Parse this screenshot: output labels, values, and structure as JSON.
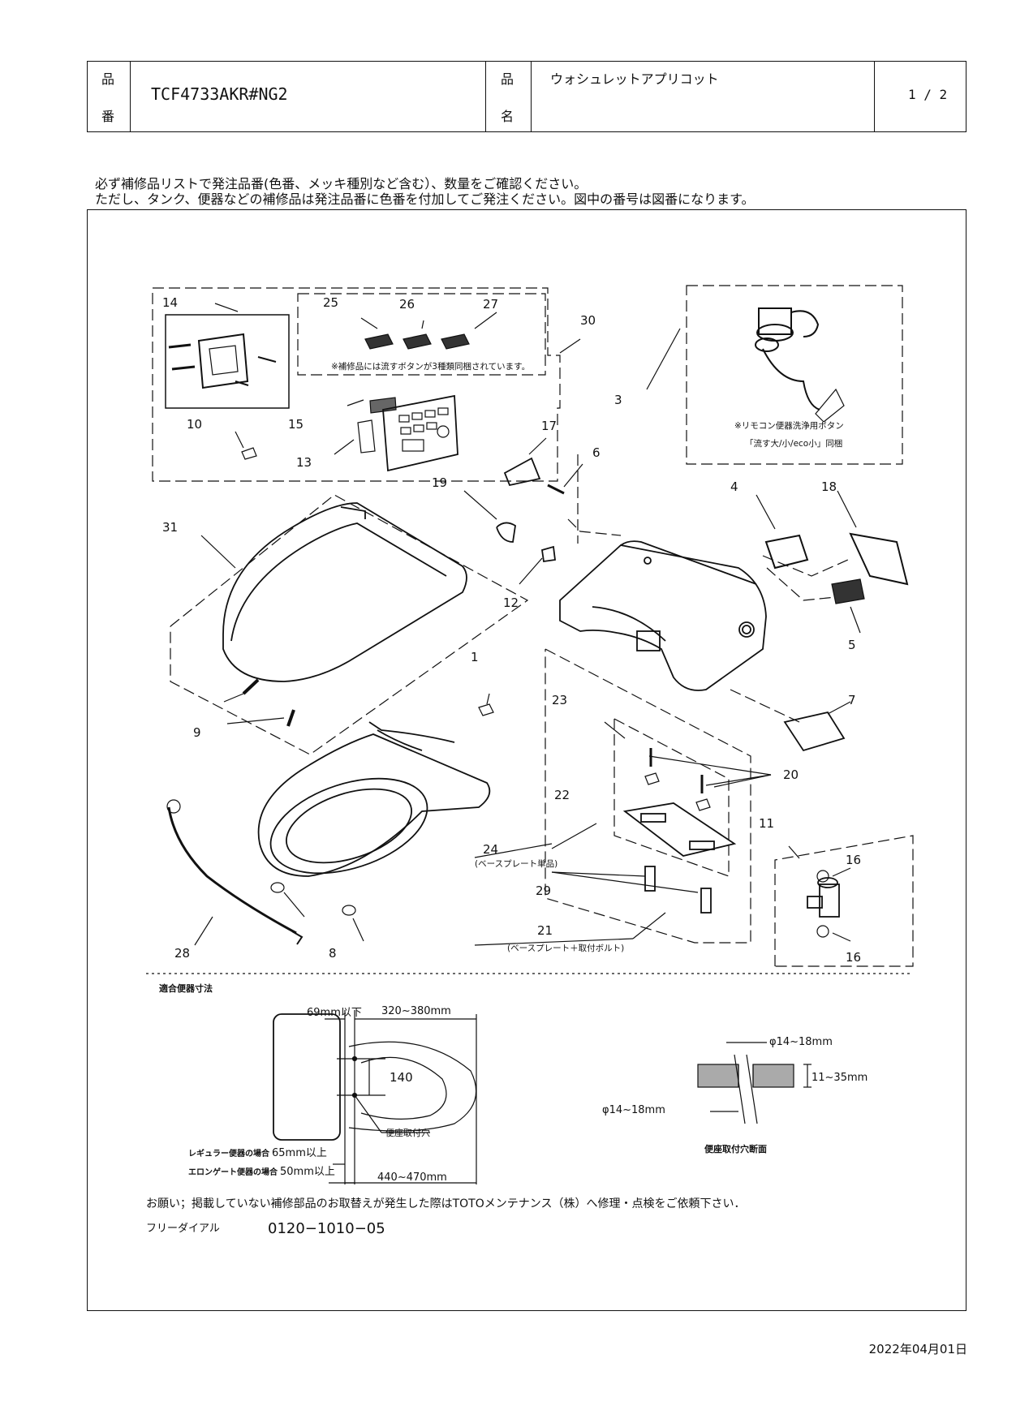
{
  "header": {
    "part_no_label_1": "品",
    "part_no_label_2": "番",
    "part_no": "TCF4733AKR#NG2",
    "name_label_1": "品",
    "name_label_2": "名",
    "product_name": "ウォシュレットアプリコット",
    "page": "1 / 2"
  },
  "notice": {
    "line1": "必ず補修品リストで発注品番(色番、メッキ種別など含む）、数量をご確認ください。",
    "line2": "ただし、タンク、便器などの補修品は発注品番に色番を付加してご発注ください。図中の番号は図番になります。"
  },
  "diagram": {
    "callouts": [
      "1",
      "3",
      "4",
      "5",
      "6",
      "7",
      "8",
      "9",
      "10",
      "11",
      "12",
      "13",
      "14",
      "15",
      "16",
      "16",
      "17",
      "18",
      "19",
      "20",
      "21",
      "22",
      "23",
      "24",
      "25",
      "26",
      "27",
      "28",
      "29",
      "30",
      "31"
    ],
    "note_buttons": "※補修品には流すボタンが3種類同梱されています。",
    "note_remote_1": "※リモコン便器洗浄用ボタン",
    "note_remote_2": "「流す大/小/eco小」同梱",
    "label_24": "(ベースプレート単品)",
    "label_21": "(ベースプレート＋取付ボルト)"
  },
  "dimensions": {
    "title": "適合便器寸法",
    "d1": "69mm以下",
    "d2": "320~380mm",
    "d3": "140",
    "mount_hole": "便座取付穴",
    "regular": "レギュラー便器の場合",
    "regular_val": "65mm以上",
    "elongated": "エロンゲート便器の場合",
    "elongated_val": "50mm以上",
    "d4": "440~470mm",
    "hole_dia_top": "φ14~18mm",
    "hole_thickness": "11~35mm",
    "hole_dia_bottom": "φ14~18mm",
    "section_title": "便座取付穴断面"
  },
  "footer": {
    "request": "お願い；掲載していない補修部品のお取替えが発生した際はTOTOメンテナンス（株）へ修理・点検をご依頼下さい．",
    "freedial_label": "フリーダイアル",
    "freedial": "0120−1010−05",
    "date": "2022年04月01日"
  }
}
